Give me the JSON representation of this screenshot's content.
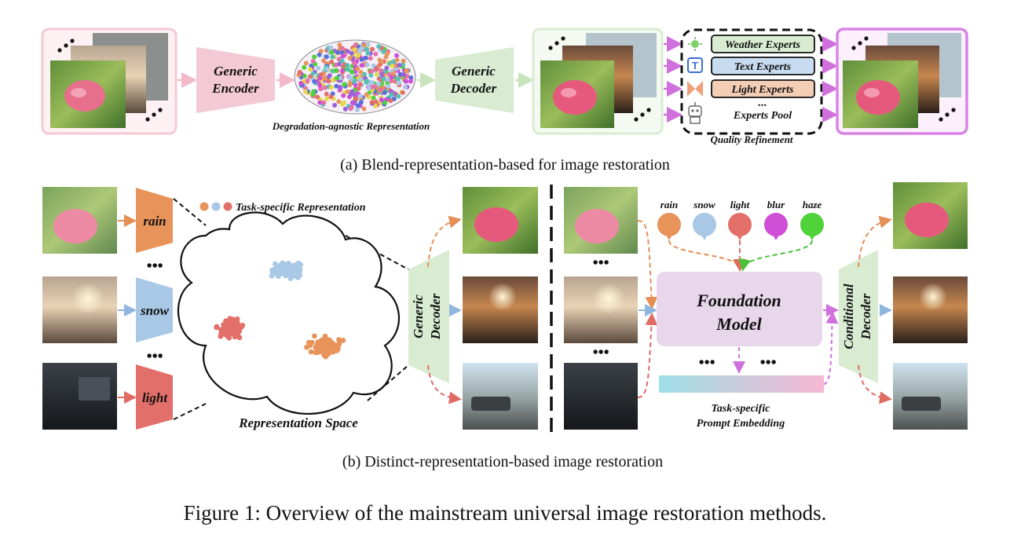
{
  "panel_a": {
    "encoder_line1": "Generic",
    "encoder_line2": "Encoder",
    "representation_label": "Degradation-agnostic Representation",
    "decoder_line1": "Generic",
    "decoder_line2": "Decoder",
    "experts": [
      "Weather Experts",
      "Text Experts",
      "Light Experts"
    ],
    "ellipsis": "...",
    "experts_pool": "Experts Pool",
    "quality_refinement": "Quality Refinement",
    "caption": "(a) Blend-representation-based for image restoration"
  },
  "panel_b": {
    "encoders": [
      "rain",
      "snow",
      "light"
    ],
    "dots": "•••",
    "task_specific_representation": "Task-specific Representation",
    "representation_space": "Representation Space",
    "generic_decoder_line1": "Generic",
    "generic_decoder_line2": "Decoder",
    "prompt_labels": [
      "rain",
      "snow",
      "light",
      "blur",
      "haze"
    ],
    "foundation_line1": "Foundation",
    "foundation_line2": "Model",
    "prompt_embedding_line1": "Task-specific",
    "prompt_embedding_line2": "Prompt Embedding",
    "conditional_decoder_line1": "Conditional",
    "conditional_decoder_line2": "Decoder",
    "caption": "(b) Distinct-representation-based image restoration"
  },
  "figure_caption": "Figure 1: Overview of the mainstream universal image restoration methods.",
  "colors": {
    "encoder_pink": "#f4c9d6",
    "decoder_green": "#d9ecd2",
    "rain_orange": "#e8935a",
    "snow_blue": "#a9c8e6",
    "light_red": "#e36f6a",
    "blur_magenta": "#cf4fd6",
    "haze_green": "#4fd23a",
    "foundation_purple": "#e8d6ea",
    "weather_box": "#d9ecd2",
    "text_box": "#c8dcf1",
    "light_box": "#f4cdb5",
    "output_border": "#d884e3"
  }
}
